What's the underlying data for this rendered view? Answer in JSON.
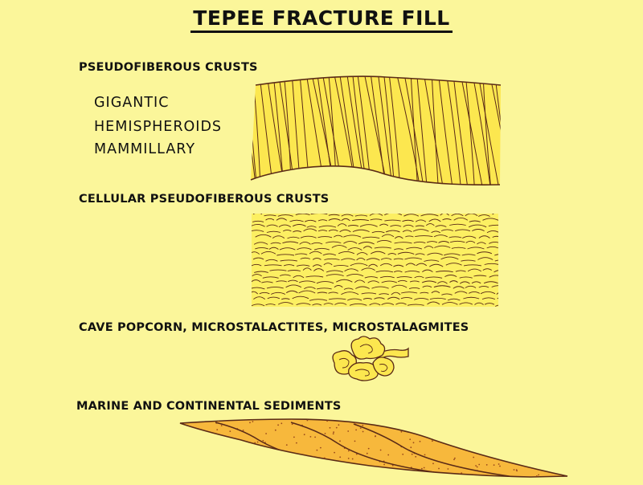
{
  "title": "TEPEE FRACTURE FILL",
  "sections": {
    "pseudofiberous": {
      "label": "PSEUDOFIBEROUS CRUSTS",
      "types": [
        "GIGANTIC",
        "HEMISPHEROIDS",
        "MAMMILLARY"
      ]
    },
    "cellular": {
      "label": "CELLULAR PSEUDOFIBEROUS CRUSTS"
    },
    "popcorn": {
      "label": "CAVE POPCORN, MICROSTALACTITES, MICROSTALAGMITES"
    },
    "sediments": {
      "label": "MARINE AND CONTINENTAL SEDIMENTS"
    }
  },
  "colors": {
    "background": "#fbf69a",
    "fiber_fill": "#fce74f",
    "cellular_fill": "#fcef62",
    "sediment_fill": "#f7b83c",
    "line": "#5a2a16",
    "sediment_dots": "#9a4a1c"
  }
}
